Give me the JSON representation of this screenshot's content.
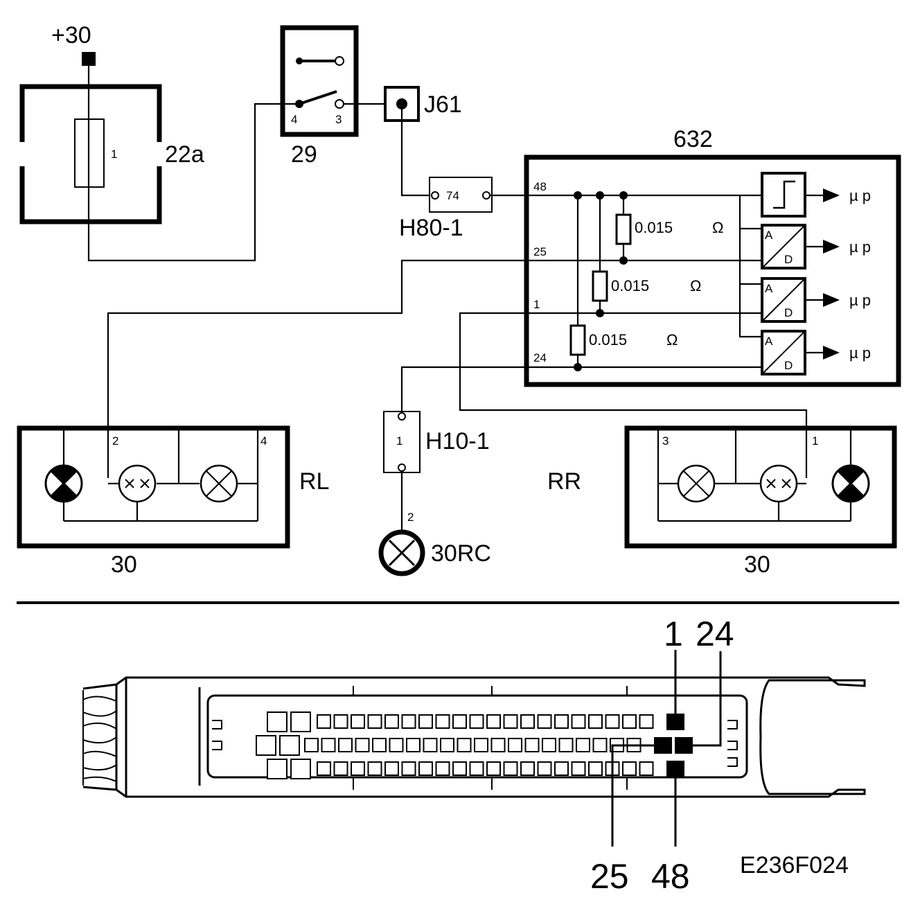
{
  "labels": {
    "b30": "+30",
    "c22a": "22a",
    "c22a_pin": "1",
    "c29": "29",
    "c29_p4": "4",
    "c29_p3": "3",
    "j61": "J61",
    "ecu": "632",
    "h80": "H80-1",
    "h80_pin": "74",
    "p48": "48",
    "p25": "25",
    "p1": "1",
    "p24": "24",
    "res1": "0.015",
    "res2": "0.015",
    "res3": "0.015",
    "ohm1": "Ω",
    "ohm2": "Ω",
    "ohm3": "Ω",
    "ad_a": "A",
    "ad_d": "D",
    "mp1": "µ p",
    "mp2": "µ p",
    "mp3": "µ p",
    "mp4": "µ p",
    "h10": "H10-1",
    "h10_pin": "1",
    "rc_pin": "2",
    "rc": "30RC",
    "rl": "RL",
    "rl_p2": "2",
    "rl_p4": "4",
    "rl_30": "30",
    "rr": "RR",
    "rr_p3": "3",
    "rr_p1": "1",
    "rr_30": "30",
    "conn_1": "1",
    "conn_24": "24",
    "conn_25": "25",
    "conn_48": "48",
    "ref": "E236F024"
  }
}
